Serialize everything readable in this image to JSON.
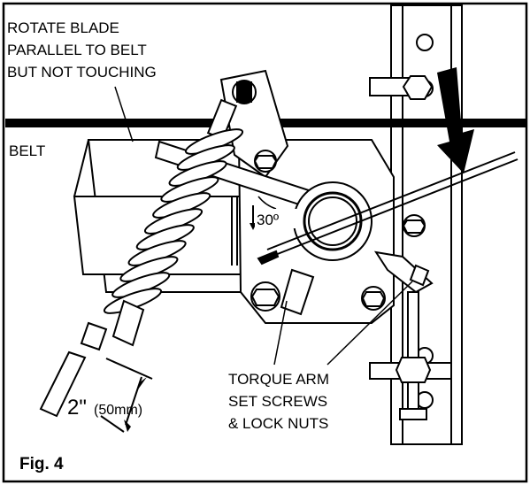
{
  "callouts": {
    "rotate_line1": "ROTATE BLADE",
    "rotate_line2": "PARALLEL TO BELT",
    "rotate_line3": "BUT NOT TOUCHING",
    "belt": "BELT",
    "angle": "30º",
    "torque_line1": "TORQUE ARM",
    "torque_line2": "SET SCREWS",
    "torque_line3": "& LOCK NUTS",
    "dim_main": "2\"",
    "dim_metric": "(50mm)"
  },
  "figure_label": "Fig. 4"
}
